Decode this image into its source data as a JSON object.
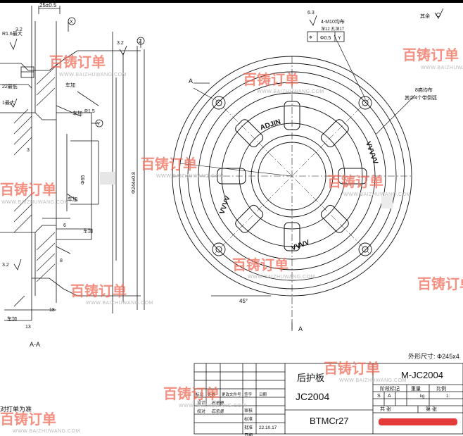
{
  "header_bar": {
    "color": "#000000"
  },
  "section_view": {
    "label": "A-A",
    "dim_top": "25±0.5",
    "datum_x": "X",
    "datum_z": "Z",
    "datum_y": "Y",
    "roughness_a": "3.2",
    "roughness_b": "3.2",
    "roughness_c": "3.2",
    "radius_note": "R1.6最大",
    "chamfer_note": "22最低",
    "radius_max": "1最大",
    "car_label_1": "车加",
    "car_label_2": "车加",
    "car_label_3": "车加",
    "car_label_4": "车加",
    "car_label_5": "车加",
    "r15": "R1.5",
    "phi65": "Φ65",
    "phi_big": "Φ244±0.8",
    "dim_6": "6",
    "dim_8": "8",
    "dim_18": "18",
    "dim_13": "13",
    "dim_3": "3",
    "bottom_left": "对打单为准"
  },
  "plan_view": {
    "section_mark": "A",
    "angle_45": "45°",
    "tolerance": {
      "first": "6.3",
      "holes": "4-M10均布",
      "depth": "深12 孔深17",
      "pos_symbol": "⌖",
      "pos_value": "Φ0.5",
      "datum": "Y"
    },
    "note_right_1": "8癌均布",
    "note_right_2": "其中4个带倒弧",
    "roughness_rest": "其余",
    "rest_mark": "∇",
    "text_top": "ADJIN",
    "text_right": "VVVVV",
    "text_left": "VVVV",
    "text_bottom": "VVVV"
  },
  "title_block": {
    "outline_size": "外形尺寸: Φ245x4",
    "part_name": "后护板",
    "part_code": "JC2004",
    "drawing_no": "M-JC2004",
    "material": "BTMCr27",
    "cols": {
      "stage_mark": "阶段标记",
      "weight": "重量",
      "ratio": "比例"
    },
    "stage_values": [
      "S",
      "A"
    ],
    "weight_value": "kg",
    "ratio_value": "1:",
    "sheet_total": "共 张",
    "sheet_no": "第 张",
    "rows": {
      "revision": [
        "标记",
        "处数",
        "更改文件号",
        "签字",
        "日期"
      ],
      "design": "设计",
      "check": "校对",
      "review": "审核",
      "standard": "标准",
      "approve": "批准",
      "date_label": "日期",
      "date_value": "22.10.17",
      "designer_sign": "石忠勇",
      "checker_sign": "石忠勇"
    }
  },
  "watermark": {
    "brand": "百铸订单",
    "url": "WWW.BAIZHUWANG.COM"
  }
}
